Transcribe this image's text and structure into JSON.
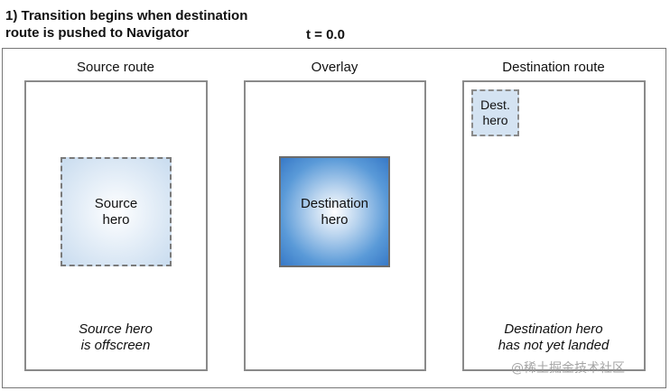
{
  "heading": {
    "line1": "1) Transition begins when destination",
    "line2": "route is pushed to Navigator"
  },
  "time_label": "t = 0.0",
  "columns": {
    "source": {
      "title": "Source route",
      "hero_line1": "Source",
      "hero_line2": "hero",
      "caption_line1": "Source hero",
      "caption_line2": "is offscreen"
    },
    "overlay": {
      "title": "Overlay",
      "hero_line1": "Destination",
      "hero_line2": "hero"
    },
    "destination": {
      "title": "Destination route",
      "hero_line1": "Dest.",
      "hero_line2": "hero",
      "caption_line1": "Destination hero",
      "caption_line2": "has not yet landed"
    }
  },
  "watermark": "@稀土掘金技术社区",
  "colors": {
    "faded_hero": "#c9dcef",
    "solid_hero": "#3779c7",
    "frame_border": "#8a8a8a"
  }
}
